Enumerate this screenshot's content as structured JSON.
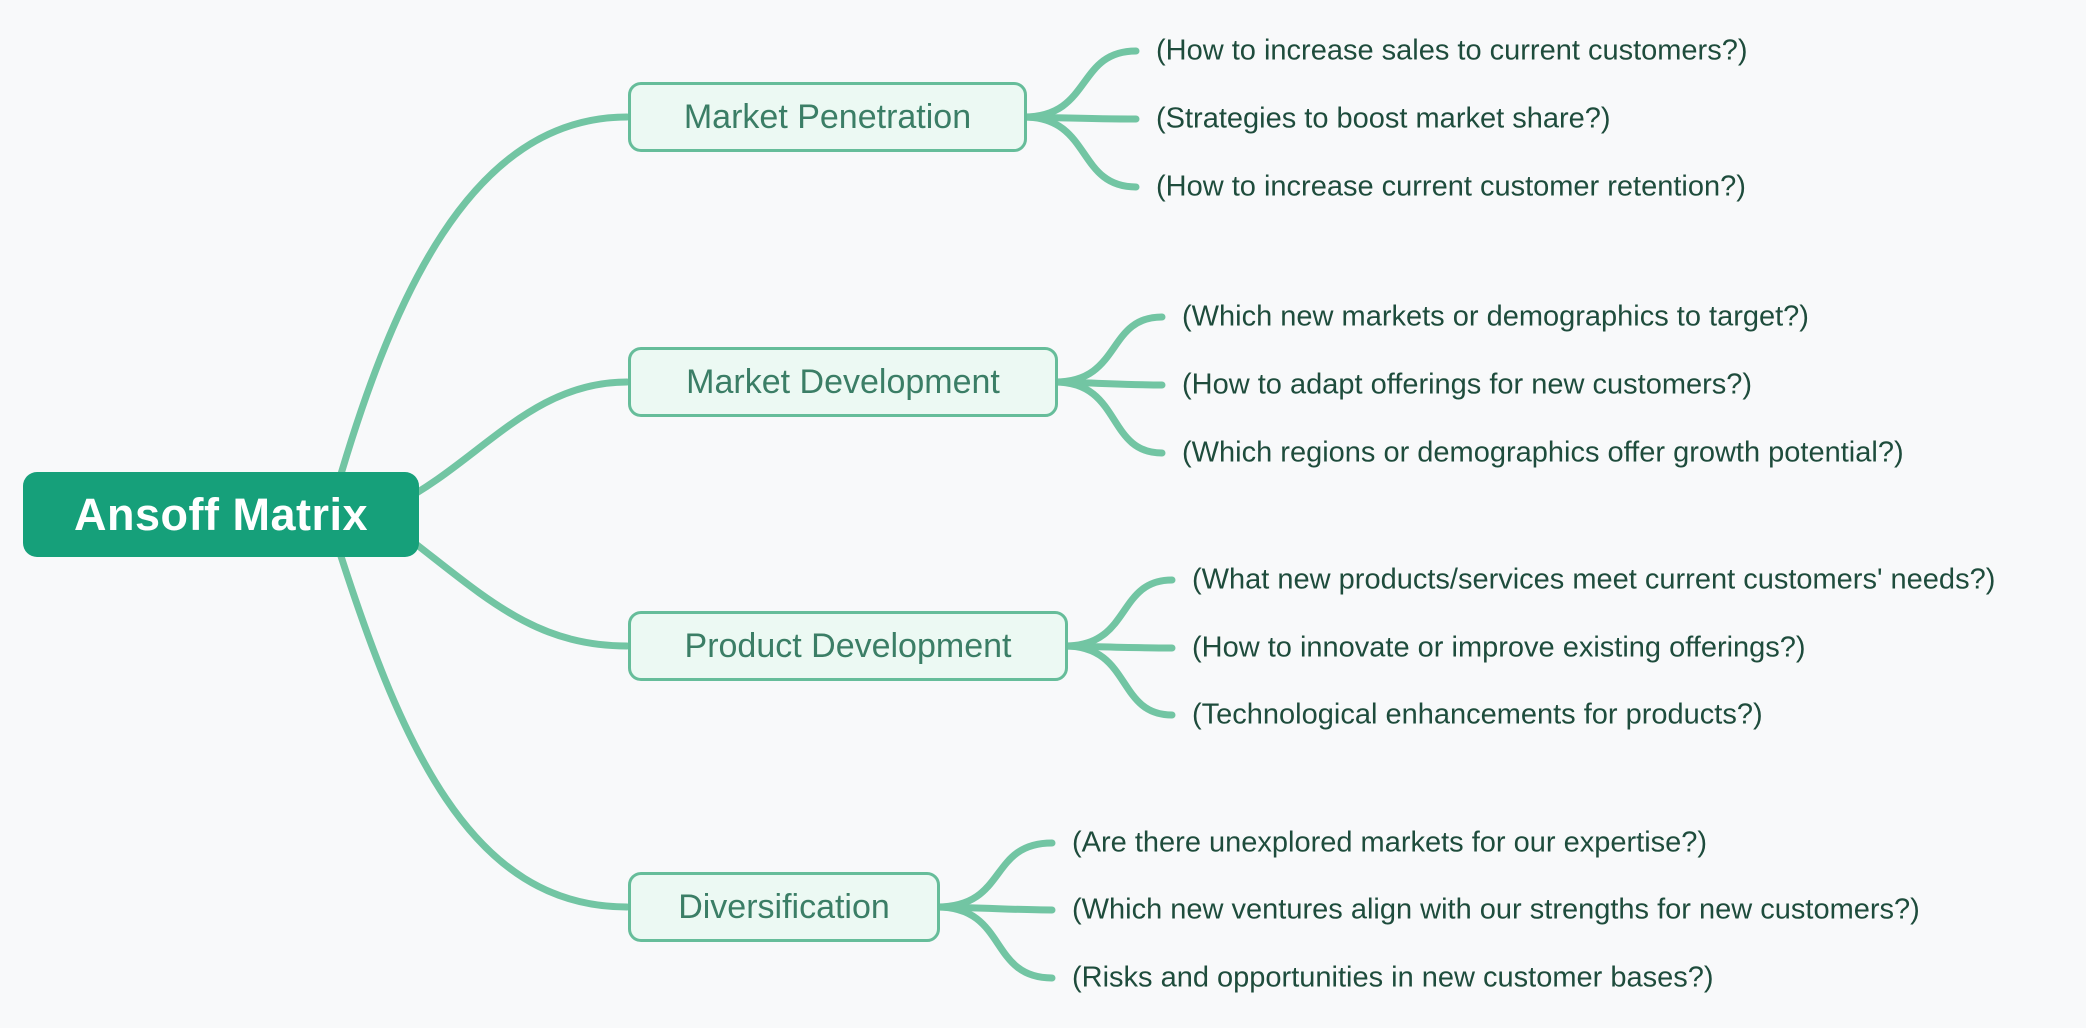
{
  "root": {
    "label": "Ansoff Matrix"
  },
  "branches": [
    {
      "label": "Market Penetration",
      "leaves": [
        "(How to increase sales to current customers?)",
        "(Strategies to boost market share?)",
        "(How to increase current customer retention?)"
      ]
    },
    {
      "label": "Market Development",
      "leaves": [
        "(Which new markets or demographics to target?)",
        "(How to adapt offerings for new customers?)",
        "(Which regions or demographics offer growth potential?)"
      ]
    },
    {
      "label": "Product Development",
      "leaves": [
        "(What new products/services meet current customers' needs?)",
        "(How to innovate or improve existing offerings?)",
        "(Technological enhancements for products?)"
      ]
    },
    {
      "label": "Diversification",
      "leaves": [
        "(Are there unexplored markets for our expertise?)",
        "(Which new ventures align with our strengths for new customers?)",
        "(Risks and opportunities in new customer bases?)"
      ]
    }
  ],
  "colors": {
    "background": "#f8f9fa",
    "connector": "#72c5a3",
    "root_fill": "#16a07a",
    "root_text": "#ffffff",
    "branch_fill": "#ecf9f3",
    "branch_border": "#66bd9a",
    "branch_text": "#3b7e66",
    "leaf_text": "#1e4c3c"
  }
}
